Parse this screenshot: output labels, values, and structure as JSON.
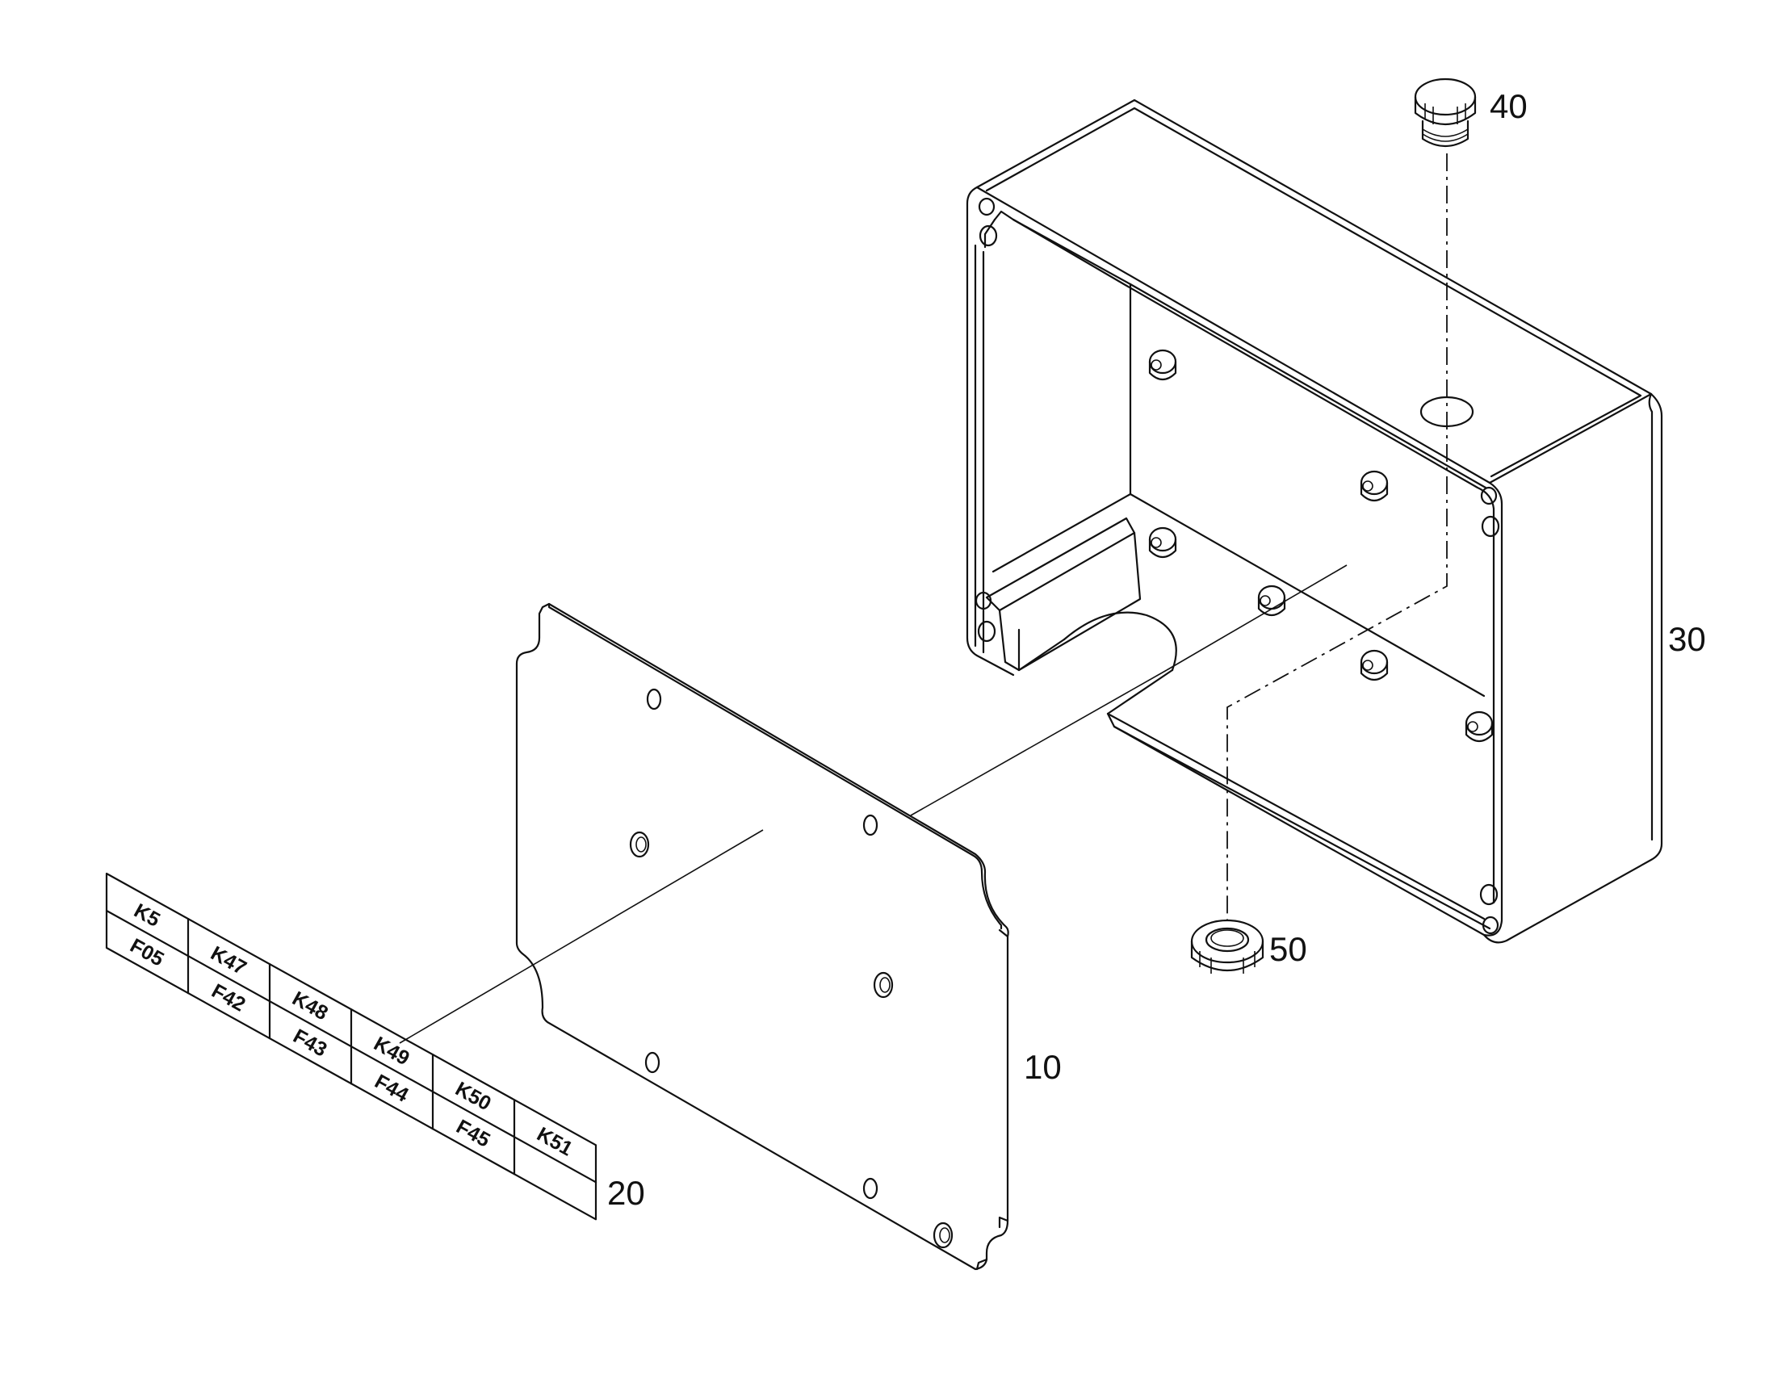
{
  "callouts": {
    "plate": "10",
    "label_strip": "20",
    "housing": "30",
    "plug": "40",
    "nut": "50"
  },
  "label_strip": {
    "top_row": [
      "K5",
      "K47",
      "K48",
      "K49",
      "K50",
      "K51"
    ],
    "bottom_row": [
      "F05",
      "F42",
      "F43",
      "F44",
      "F45",
      ""
    ]
  }
}
